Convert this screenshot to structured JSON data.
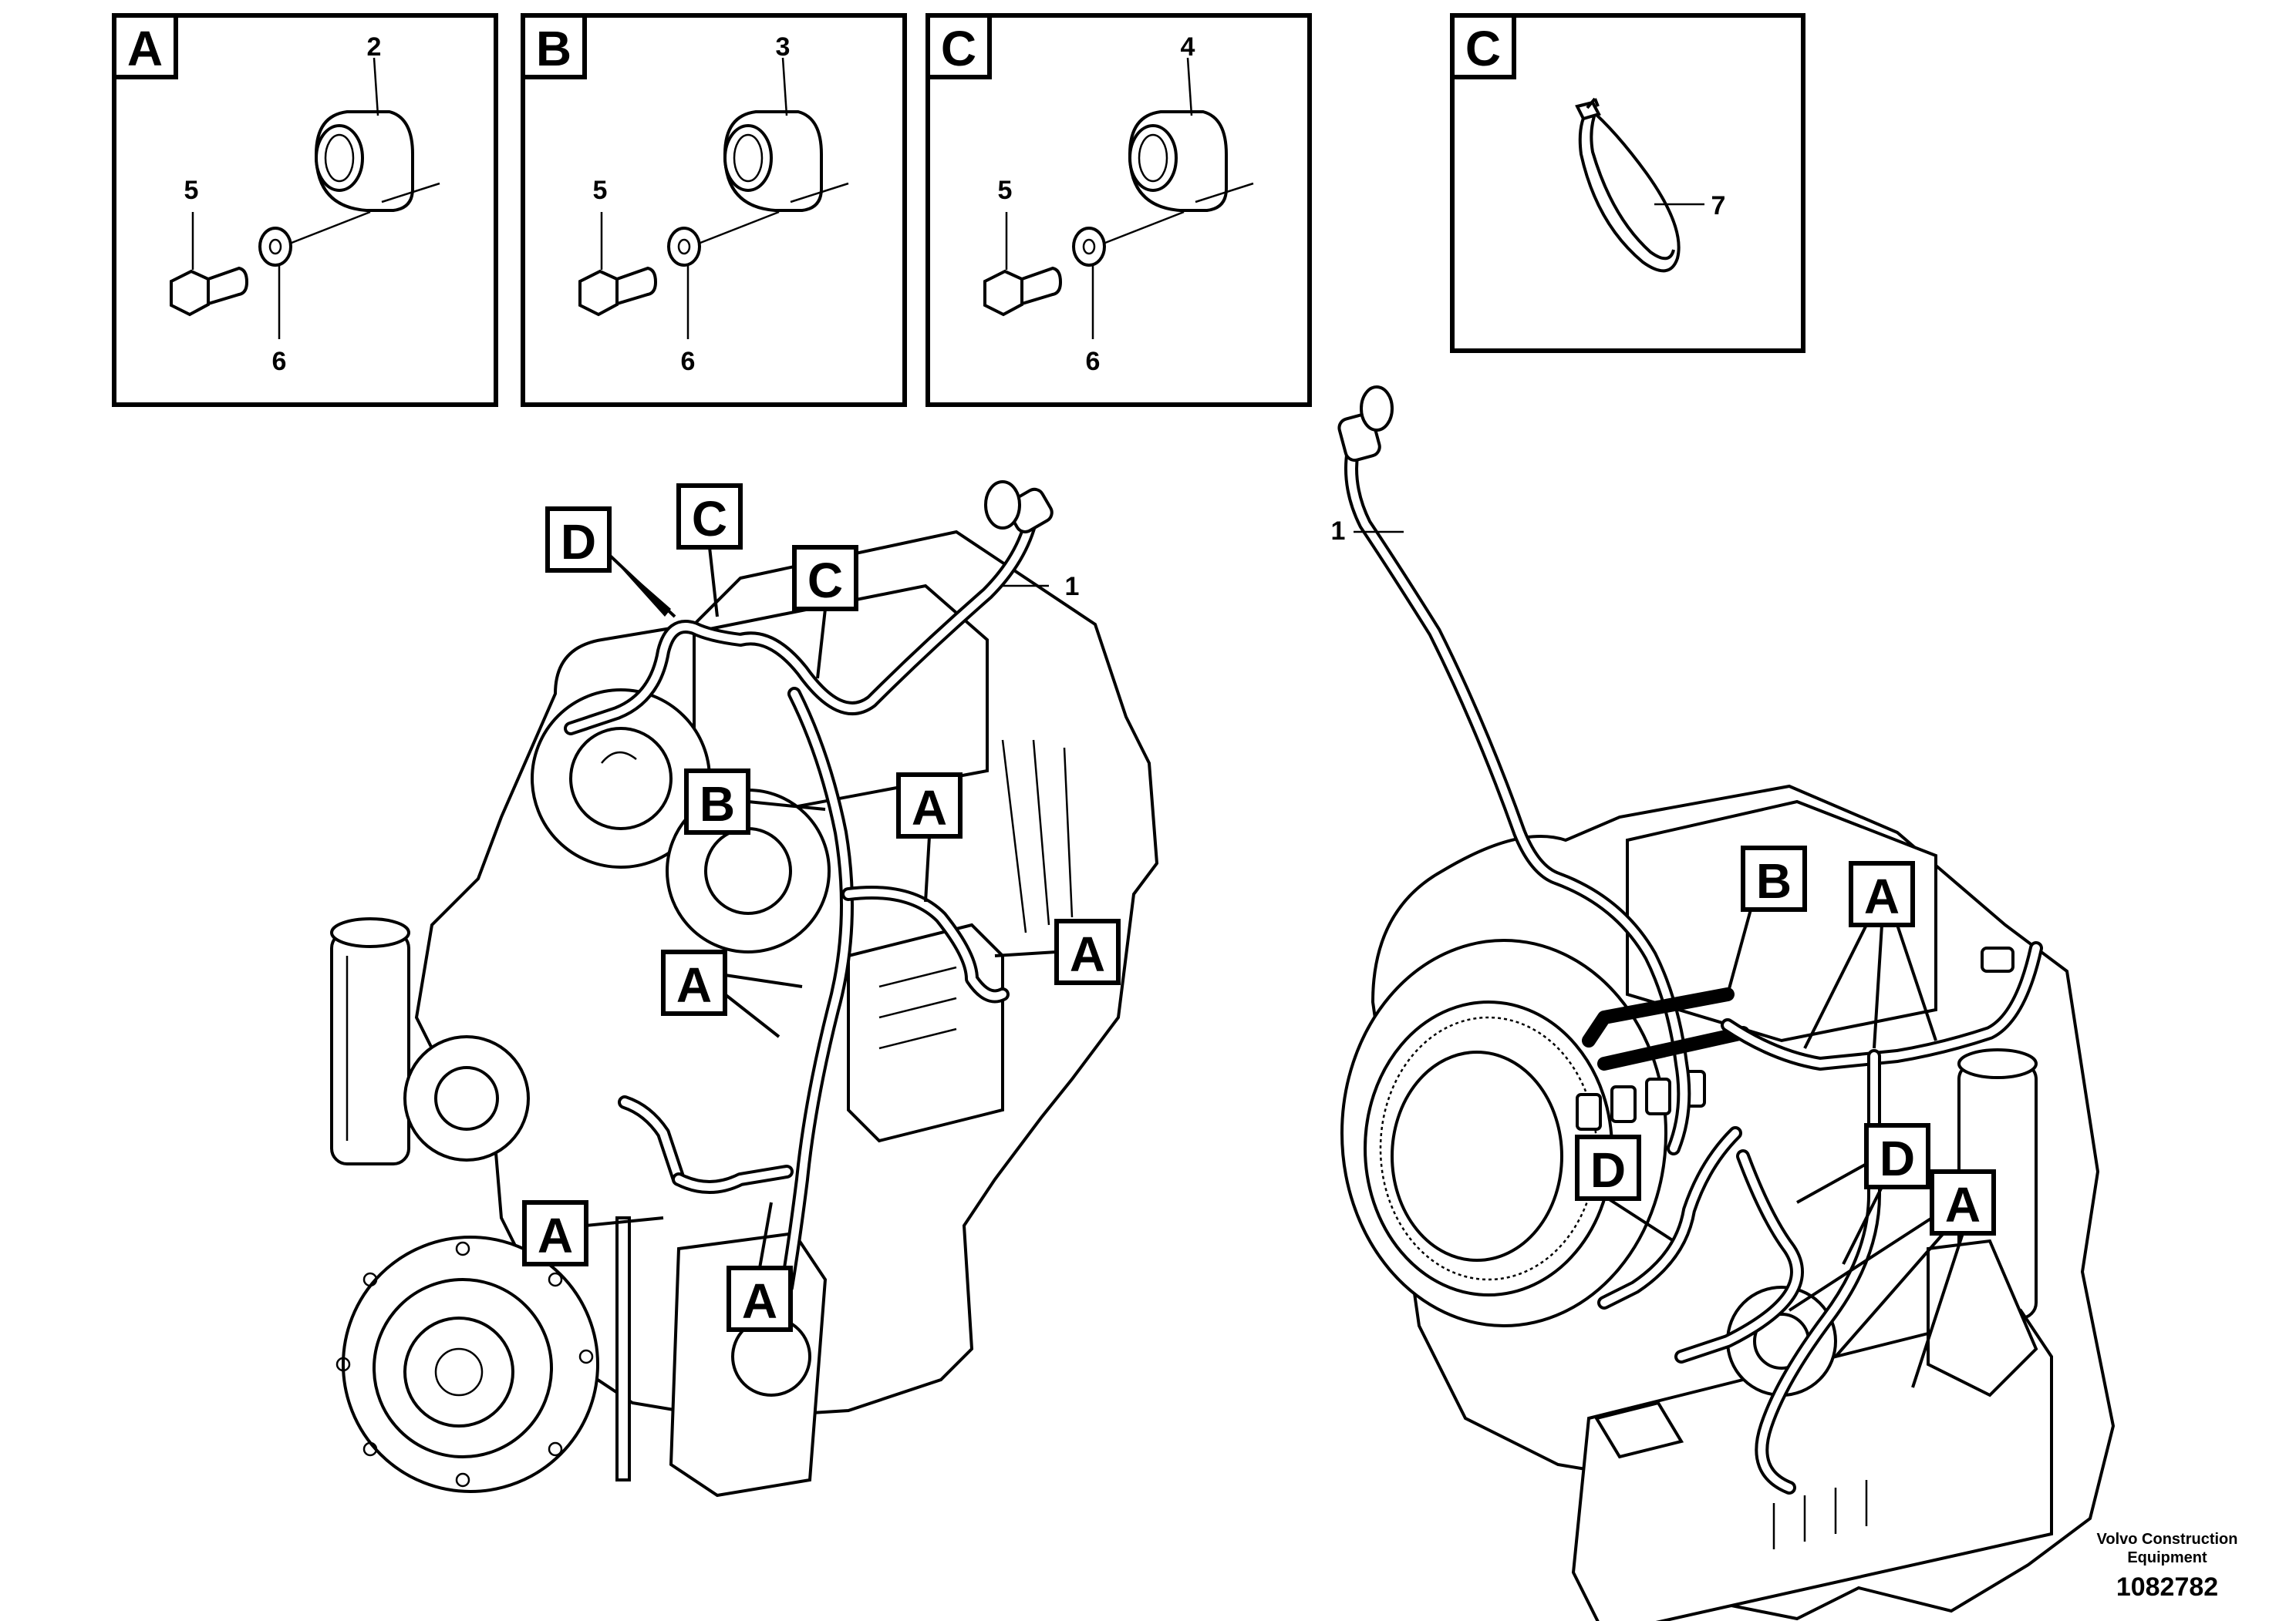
{
  "detail_panels": [
    {
      "letter": "A",
      "callouts": {
        "clip": "2",
        "bolt": "5",
        "washer": "6"
      }
    },
    {
      "letter": "B",
      "callouts": {
        "clip": "3",
        "bolt": "5",
        "washer": "6"
      }
    },
    {
      "letter": "C",
      "callouts": {
        "clip": "4",
        "bolt": "5",
        "washer": "6"
      }
    },
    {
      "letter": "C",
      "callouts": {
        "tie": "7"
      }
    }
  ],
  "left_view": {
    "labels": [
      "D",
      "C",
      "C",
      "B",
      "A",
      "A",
      "A",
      "A",
      "A"
    ],
    "harness_number": "1"
  },
  "right_view": {
    "labels": [
      "B",
      "A",
      "D",
      "D",
      "A"
    ],
    "harness_number": "1"
  },
  "footer": {
    "company_line1": "Volvo Construction",
    "company_line2": "Equipment",
    "drawing_number": "1082782"
  }
}
